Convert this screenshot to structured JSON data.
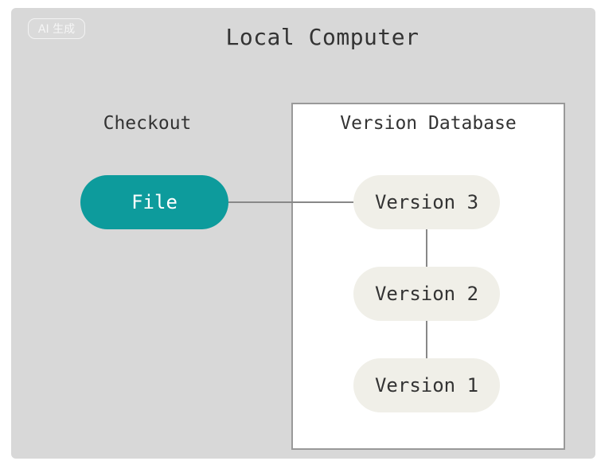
{
  "badge": {
    "label": "AI 生成"
  },
  "diagram": {
    "title": "Local Computer",
    "checkout_label": "Checkout",
    "file_label": "File",
    "database_label": "Version Database",
    "versions": [
      {
        "label": "Version 3"
      },
      {
        "label": "Version 2"
      },
      {
        "label": "Version 1"
      }
    ]
  },
  "colors": {
    "background": "#d8d8d8",
    "file_fill": "#0d9b9c",
    "version_fill": "#f0efe8",
    "database_fill": "#ffffff",
    "text": "#333333"
  }
}
